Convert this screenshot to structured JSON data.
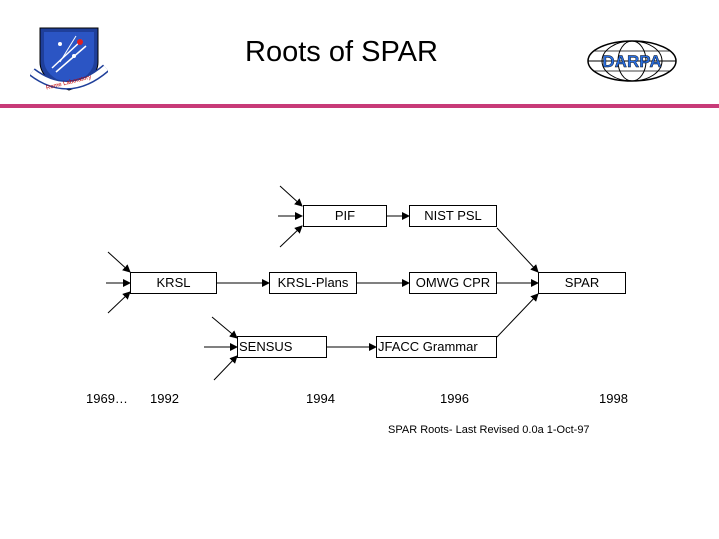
{
  "header": {
    "title": "Roots of SPAR",
    "logo_left_text": "Rome Laboratory",
    "logo_right_text": "DARPA"
  },
  "diagram": {
    "nodes": {
      "pif": "PIF",
      "nist_psl": "NIST PSL",
      "krsl": "KRSL",
      "krsl_plans": "KRSL-Plans",
      "omwg_cpr": "OMWG CPR",
      "spar": "SPAR",
      "sensus": "SENSUS",
      "jfacc_grammar": "JFACC Grammar"
    },
    "timeline": {
      "years": [
        "1969…",
        "1992",
        "1994",
        "1996",
        "1998"
      ]
    }
  },
  "footer": {
    "caption": "SPAR Roots- Last Revised 0.0a 1-Oct-97"
  },
  "colors": {
    "divider": "#c83a78",
    "logo_blue": "#1f3f9a",
    "darpa_text": "#2a6fe0"
  }
}
